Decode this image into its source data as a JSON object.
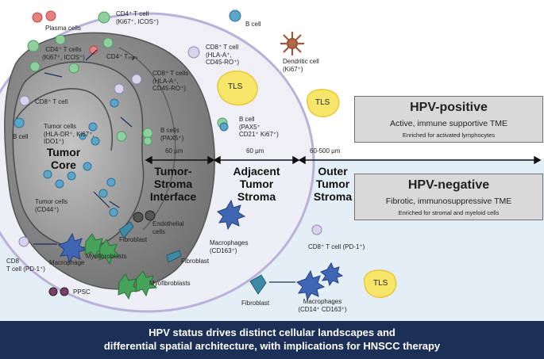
{
  "zones": {
    "core": "Tumor\nCore",
    "interface": "Tumor-\nStroma\nInterface",
    "adjacent": "Adjacent\nTumor\nStroma",
    "outer": "Outer\nTumor\nStroma"
  },
  "distances": {
    "d1": "60 μm",
    "d2": "60 μm",
    "d3": "60-500 μm"
  },
  "tls": {
    "label": "TLS"
  },
  "labels": {
    "plasma": "Plasma cells",
    "cd4_top": "CD4⁺ T cell\n(Ki67⁺, ICOS⁺)",
    "cd4_core": "CD4⁺ T cells\n(Ki67⁺, ICOS⁺)",
    "treg": "CD4⁺ Tᵣₑ𝓰ₛ",
    "cd8_core": "CD8⁺ T cell",
    "bcell_core": "B cell",
    "tumor_hpvpos": "Tumor cells\n(HLA-DR⁺, Ki67⁺,\nIDO1⁺)",
    "cd8_interface": "CD8⁺ T cells\n(HLA-A⁺,\nCD45-RO⁺)",
    "bcells_pax5": "B cells\n(PAX5⁺)",
    "cd8_adjacent": "CD8⁺ T cell\n(HLA-A⁺,\nCD45-RO⁺)",
    "bcell_top": "B cell",
    "dendritic": "Dendritic cell\n(Ki67⁺)",
    "bcell_adjacent": "B cell\n(PAX5⁺\nCD21⁺ Ki67⁺)",
    "tumor_hpvneg": "Tumor cells\n(CD44⁺)",
    "endothelial": "Endothelial\ncells",
    "fibroblast1": "Fibroblast",
    "macro_cd163": "Macrophages\n(CD163⁺)",
    "cd8_pd1_outer": "CD8⁺ T cell (PD-1⁺)",
    "cd8_pd1_core": "CD8\nT cell (PD-1⁺)",
    "macrophage": "Macrophage",
    "myofibro1": "Myofibroblasts",
    "fibroblast2": "Fibroblast",
    "myofibro2": "Myofibroblasts",
    "ppsc": "PPSC",
    "fibroblast3": "Fibroblast",
    "macro_cd14": "Macrophages\n(CD14⁺ CD163⁺)"
  },
  "panels": {
    "pos": {
      "title": "HPV-positive",
      "subtitle": "Active, immune supportive TME",
      "note": "Enriched for activated lymphocytes"
    },
    "neg": {
      "title": "HPV-negative",
      "subtitle": "Fibrotic, immunosuppressive TME",
      "note": "Enriched for stromal and myeloid cells"
    }
  },
  "banner": {
    "line1": "HPV status drives distinct cellular landscapes and",
    "line2": "differential spatial architecture, with implications for HNSCC therapy"
  },
  "colors": {
    "top_bg": "#ffffff",
    "bottom_bg": "#e4eef7",
    "stroma": "#efeef5",
    "ring": "#b8b2d8",
    "tumor": "#8a8a8a",
    "tumor_dark": "#6e6e6e",
    "tls": "#f7e66a",
    "banner": "#1c2f57",
    "tcell": "#8fcf9e",
    "bcell": "#5aa6c9",
    "macro": "#3f66b5",
    "myo": "#48a35a",
    "plasma": "#e88080",
    "dendritic": "#9a5a3a"
  }
}
